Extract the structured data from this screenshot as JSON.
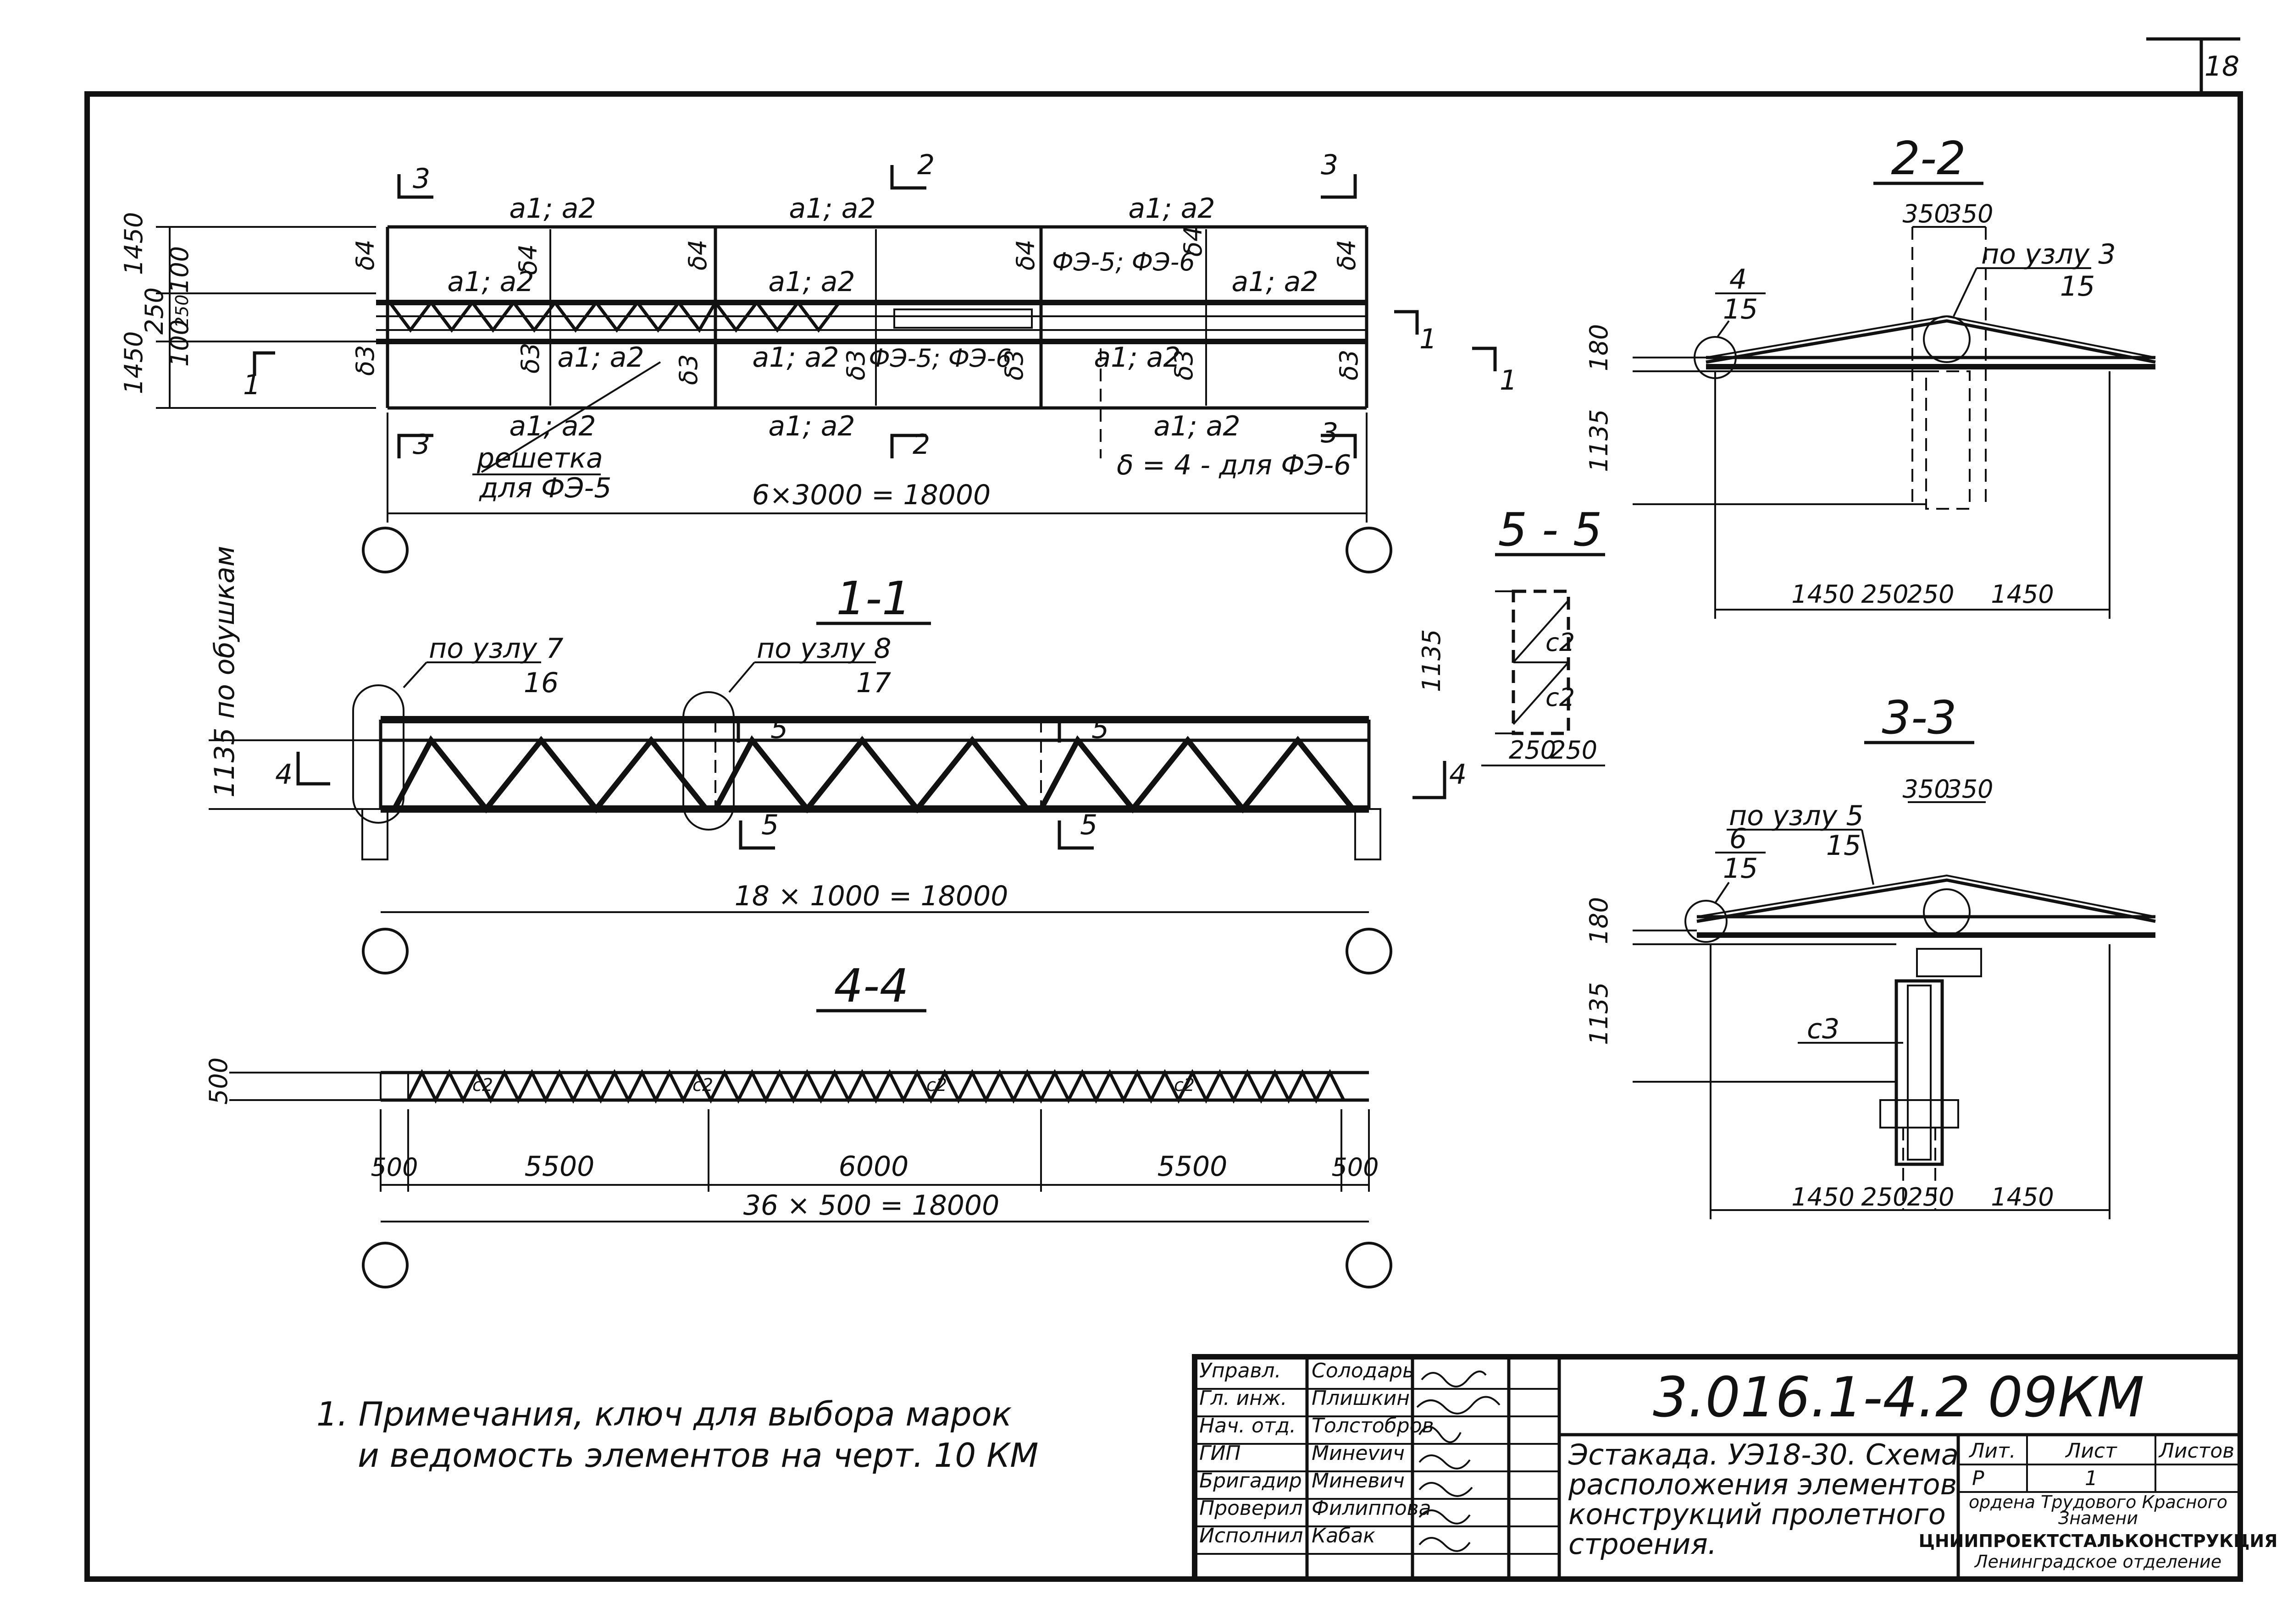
{
  "sheet": {
    "number": "18",
    "code": "3.016.1-4.2  09КМ",
    "title_lines": [
      "Эстакада. УЭ18-30. Схема",
      "расположения элементов",
      "конструкций пролетного",
      "строения."
    ],
    "notes": [
      "1. Примечания, ключ для выбора марок",
      "и ведомость элементов на черт. 10 КМ"
    ]
  },
  "stamp": {
    "rows": [
      {
        "role": "Управл.",
        "name": "Солодарь"
      },
      {
        "role": "Гл. инж.",
        "name": "Плишкин"
      },
      {
        "role": "Нач. отд.",
        "name": "Толстобров"
      },
      {
        "role": "ГИП",
        "name": "Минevич"
      },
      {
        "role": "Бригадир",
        "name": "Миневич"
      },
      {
        "role": "Проверил",
        "name": "Филиппова"
      },
      {
        "role": "Исполнил",
        "name": "Кабак"
      }
    ],
    "lit_label": "Лит.",
    "sheet_label": "Лист",
    "sheets_label": "Листов",
    "lit_value": "Р",
    "sheet_value": "1",
    "org_line1": "ордена Трудового Красного",
    "org_line2": "Знамени",
    "org_line3": "ЦНИИПРОЕКТСТАЛЬКОНСТРУКЦИЯ",
    "org_line4": "Ленинградское отделение"
  },
  "plan": {
    "top_labels": [
      "а1; а2",
      "а1; а2",
      "а1; а2"
    ],
    "bottom_labels": [
      "а1; а2",
      "а1; а2",
      "а1; а2"
    ],
    "upper_inner": [
      "а1; а2",
      "а1; а2",
      "ФЭ-5; ФЭ-6",
      "а1; а2"
    ],
    "lower_inner": [
      "а1; а2",
      "а1; а2",
      "ФЭ-5; ФЭ-6",
      "а1; а2"
    ],
    "delta4": "δ4",
    "delta3": "δ3",
    "left_dims": [
      "1450",
      "100",
      "250",
      "100",
      "1450",
      "250",
      "100"
    ],
    "total": "6×3000 = 18000",
    "lattice_note_1": "решетка",
    "lattice_note_2": "для ФЭ-5",
    "delta_note": "δ = 4 - для ФЭ-6",
    "cut_left": "3",
    "cut_mid": "2",
    "cut_right": "3",
    "cut_1": "1"
  },
  "section_1_1": {
    "title": "1-1",
    "side_label": "1135  по обушкам",
    "node7": "по узлу 7",
    "node7_sheet": "16",
    "node8": "по узлу 8",
    "node8_sheet": "17",
    "cut5": "5",
    "cut4": "4",
    "total": "18 × 1000 = 18000"
  },
  "section_4_4": {
    "title": "4-4",
    "height": "500",
    "spans": [
      "500",
      "5500",
      "6000",
      "5500",
      "500"
    ],
    "total": "36 × 500 = 18000",
    "diag_label": "с2"
  },
  "section_5_5": {
    "title": "5 - 5",
    "height": "1135",
    "widths": [
      "250",
      "250"
    ],
    "c2": "с2"
  },
  "section_2_2": {
    "title": "2-2",
    "top_dims": [
      "350",
      "350"
    ],
    "node": "по узлу 3",
    "node_sheet": "15",
    "left_node": "4",
    "left_node_sheet": "15",
    "h1": "180",
    "h2": "1135",
    "bottom_dims": [
      "1450",
      "250",
      "250",
      "1450"
    ]
  },
  "section_3_3": {
    "title": "3-3",
    "top_dims": [
      "350",
      "350"
    ],
    "node": "по узлу 5",
    "node_sheet": "15",
    "left_node": "6",
    "left_node_sheet": "15",
    "h1": "180",
    "h2": "1135",
    "c3": "с3",
    "bottom_dims": [
      "1450",
      "250",
      "250",
      "1450"
    ]
  }
}
